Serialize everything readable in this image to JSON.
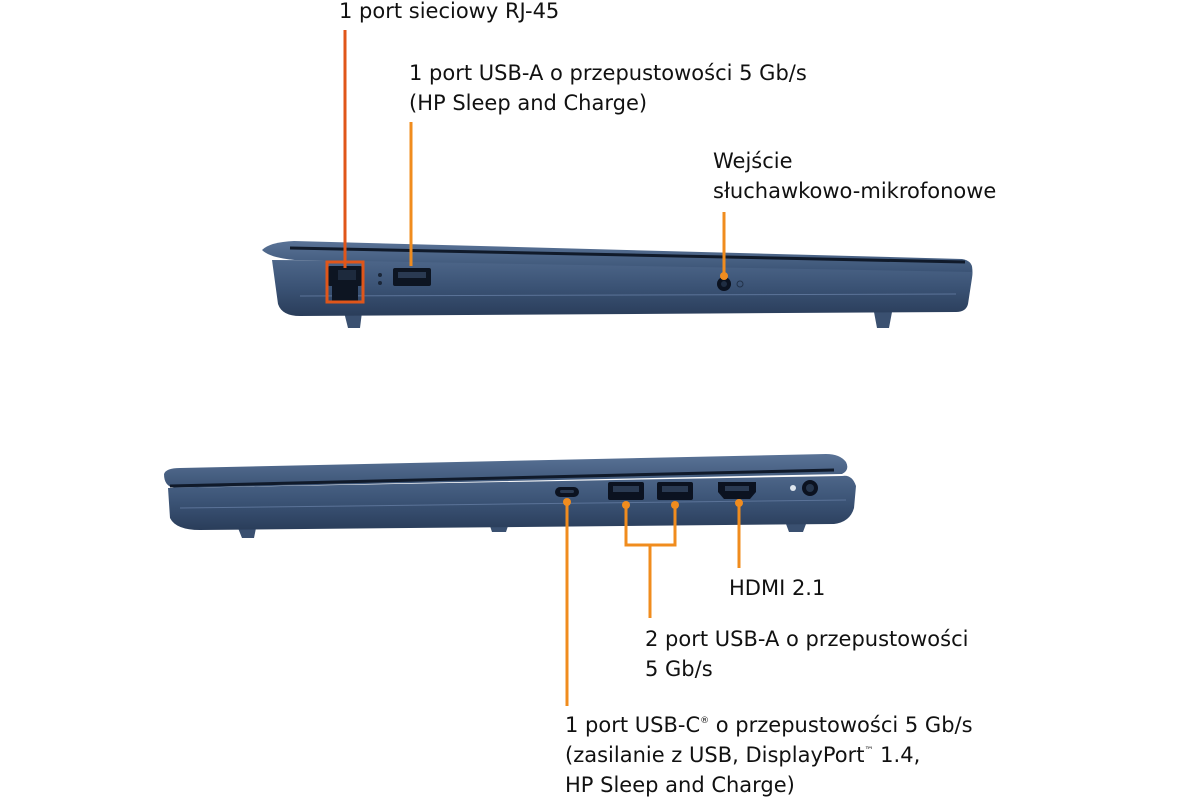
{
  "colors": {
    "leader": "#f08c1e",
    "leader_dark": "#e0561a",
    "chassis": "#3c5576",
    "chassis_dark": "#243650",
    "text": "#111111"
  },
  "labels": {
    "rj45": "1 port sieciowy RJ-45",
    "usba_left_line1": "1 port USB-A o przepustowości 5 Gb/s",
    "usba_left_line2": "(HP Sleep and Charge)",
    "audio_line1": "Wejście",
    "audio_line2": "słuchawkowo-mikrofonowe",
    "hdmi": "HDMI 2.1",
    "usba_right_line1": "2 port USB-A o przepustowości",
    "usba_right_line2": "5 Gb/s",
    "usbc_line1_prefix": "1 port USB-C",
    "usbc_line1_reg": "®",
    "usbc_line1_suffix": " o przepustowości 5 Gb/s",
    "usbc_line2_prefix": "(zasilanie z USB, DisplayPort",
    "usbc_line2_tm": "™",
    "usbc_line2_suffix": " 1.4,",
    "usbc_line3": "HP Sleep and Charge)"
  }
}
